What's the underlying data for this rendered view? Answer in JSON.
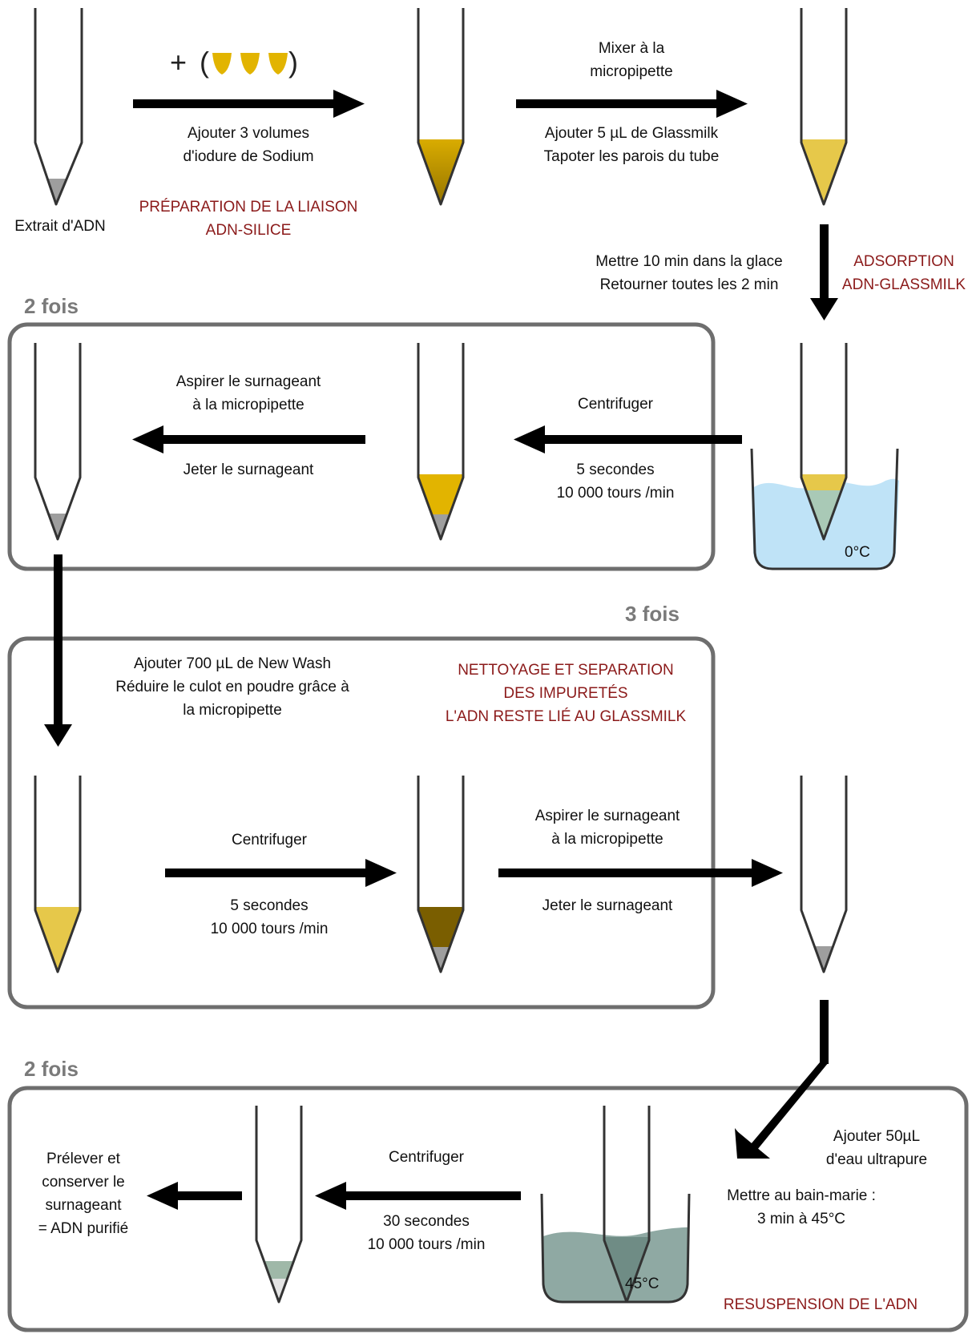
{
  "colors": {
    "frame": "#6e6e6e",
    "arrow": "#000000",
    "tube_outline": "#333333",
    "pellet": "#9e9e9e",
    "nai_yellow": "#e2b400",
    "nai_dark": "#a07c00",
    "light_yellow": "#e6c84a",
    "dark_brown": "#7a5e00",
    "ice_water": "#bfe3f7",
    "warm_water": "#8fa9a3",
    "label_red": "#8b1a1a"
  },
  "tubes": [
    {
      "id": "t1",
      "fill": "pellet-only",
      "level": 0.08
    },
    {
      "id": "t2",
      "fill": "nai-gradient",
      "level": 0.33
    },
    {
      "id": "t3",
      "fill": "light-yellow",
      "level": 0.33
    },
    {
      "id": "t4",
      "fill": "yellow-in-ice",
      "level": 0.33
    },
    {
      "id": "t5",
      "fill": "yellow-pellet",
      "level": 0.33
    },
    {
      "id": "t6",
      "fill": "pellet-only",
      "level": 0.08
    },
    {
      "id": "t7",
      "fill": "light-yellow",
      "level": 0.33
    },
    {
      "id": "t8",
      "fill": "dark-brown-pellet",
      "level": 0.33
    },
    {
      "id": "t9",
      "fill": "pellet-only",
      "level": 0.08
    },
    {
      "id": "t10",
      "fill": "warm-water",
      "level": 0.33
    },
    {
      "id": "t11",
      "fill": "green-pellet",
      "level": 0.12
    }
  ],
  "labels": {
    "extract": "Extrait d'ADN",
    "plus": "+",
    "step1": {
      "line1": "Ajouter 3 volumes",
      "line2": "d'iodure de Sodium"
    },
    "phase1": {
      "line1": "PRÉPARATION DE LA LIAISON",
      "line2": "ADN-SILICE"
    },
    "step2_top": {
      "line1": "Mixer à la",
      "line2": "micropipette"
    },
    "step2_bottom": {
      "line1": "Ajouter 5 µL de Glassmilk",
      "line2": "Tapoter les parois du tube"
    },
    "step3": {
      "line1": "Mettre 10 min dans la glace",
      "line2": "Retourner toutes les 2 min"
    },
    "phase2": {
      "line1": "ADSORPTION",
      "line2": "ADN-GLASSMILK"
    },
    "ice_temp": "0°C",
    "loop1_count": "2 fois",
    "centrifuge1": {
      "top": "Centrifuger",
      "line1": "5 secondes",
      "line2": "10 000 tours /min"
    },
    "aspirate1": {
      "line1": "Aspirer le surnageant",
      "line2": "à la micropipette",
      "bottom": "Jeter le surnageant"
    },
    "loop2_count": "3 fois",
    "wash": {
      "line1": "Ajouter 700 µL de New Wash",
      "line2": "Réduire le culot en poudre grâce à",
      "line3": "la micropipette"
    },
    "phase3": {
      "line1": "NETTOYAGE ET SEPARATION",
      "line2": "DES IMPURETÉS",
      "line3": "L'ADN RESTE LIÉ AU GLASSMILK"
    },
    "centrifuge2": {
      "top": "Centrifuger",
      "line1": "5 secondes",
      "line2": "10 000 tours /min"
    },
    "aspirate2": {
      "line1": "Aspirer le surnageant",
      "line2": "à la micropipette",
      "bottom": "Jeter le surnageant"
    },
    "loop3_count": "2 fois",
    "water": {
      "line1": "Ajouter 50µL",
      "line2": "d'eau ultrapure"
    },
    "bath": {
      "line1": "Mettre au bain-marie :",
      "line2": "3 min à 45°C"
    },
    "bath_temp": "45°C",
    "phase4": "RESUSPENSION DE L'ADN",
    "centrifuge3": {
      "top": "Centrifuger",
      "line1": "30 secondes",
      "line2": "10 000 tours /min"
    },
    "final": {
      "line1": "Prélever et",
      "line2": "conserver le",
      "line3": "surnageant",
      "line4": "= ADN purifié"
    }
  }
}
